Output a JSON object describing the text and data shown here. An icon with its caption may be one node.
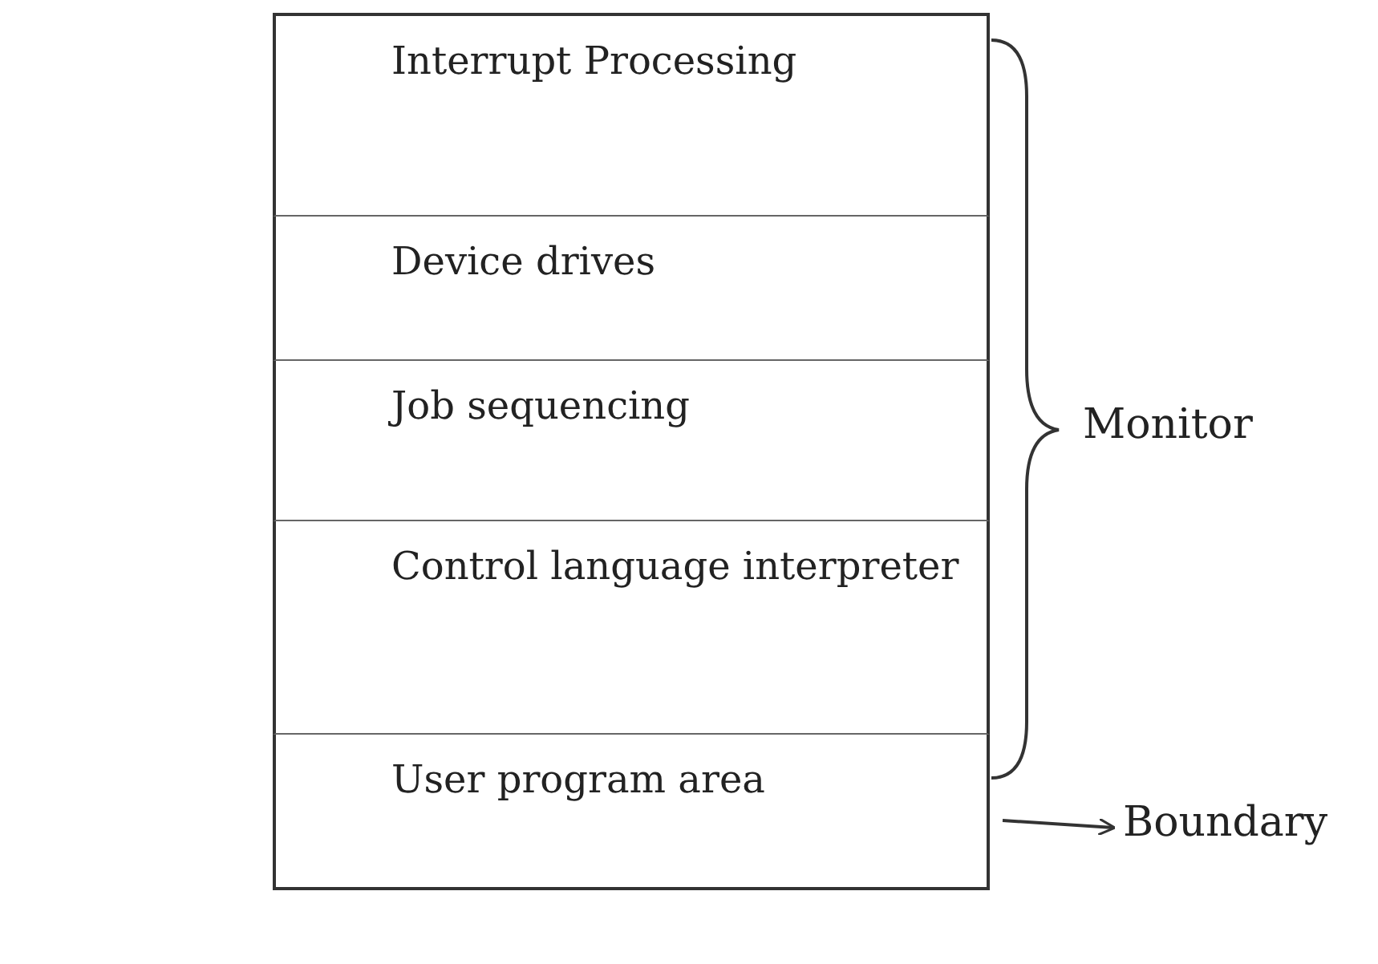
{
  "diagram": {
    "nodes": [
      {
        "text": [
          "Interrupt Processing"
        ]
      },
      {
        "text": [
          "Device drives"
        ]
      },
      {
        "text": [
          "Job sequencing"
        ]
      },
      {
        "text": [
          "Control language interpreter"
        ]
      },
      {
        "text": [
          "User program area"
        ]
      },
      {
        "text": [
          "Boundary"
        ]
      }
    ],
    "edges": [
      {
        "from": 4,
        "to": 5,
        "arrow": "to"
      }
    ],
    "labels": [
      "Monitor"
    ]
  }
}
